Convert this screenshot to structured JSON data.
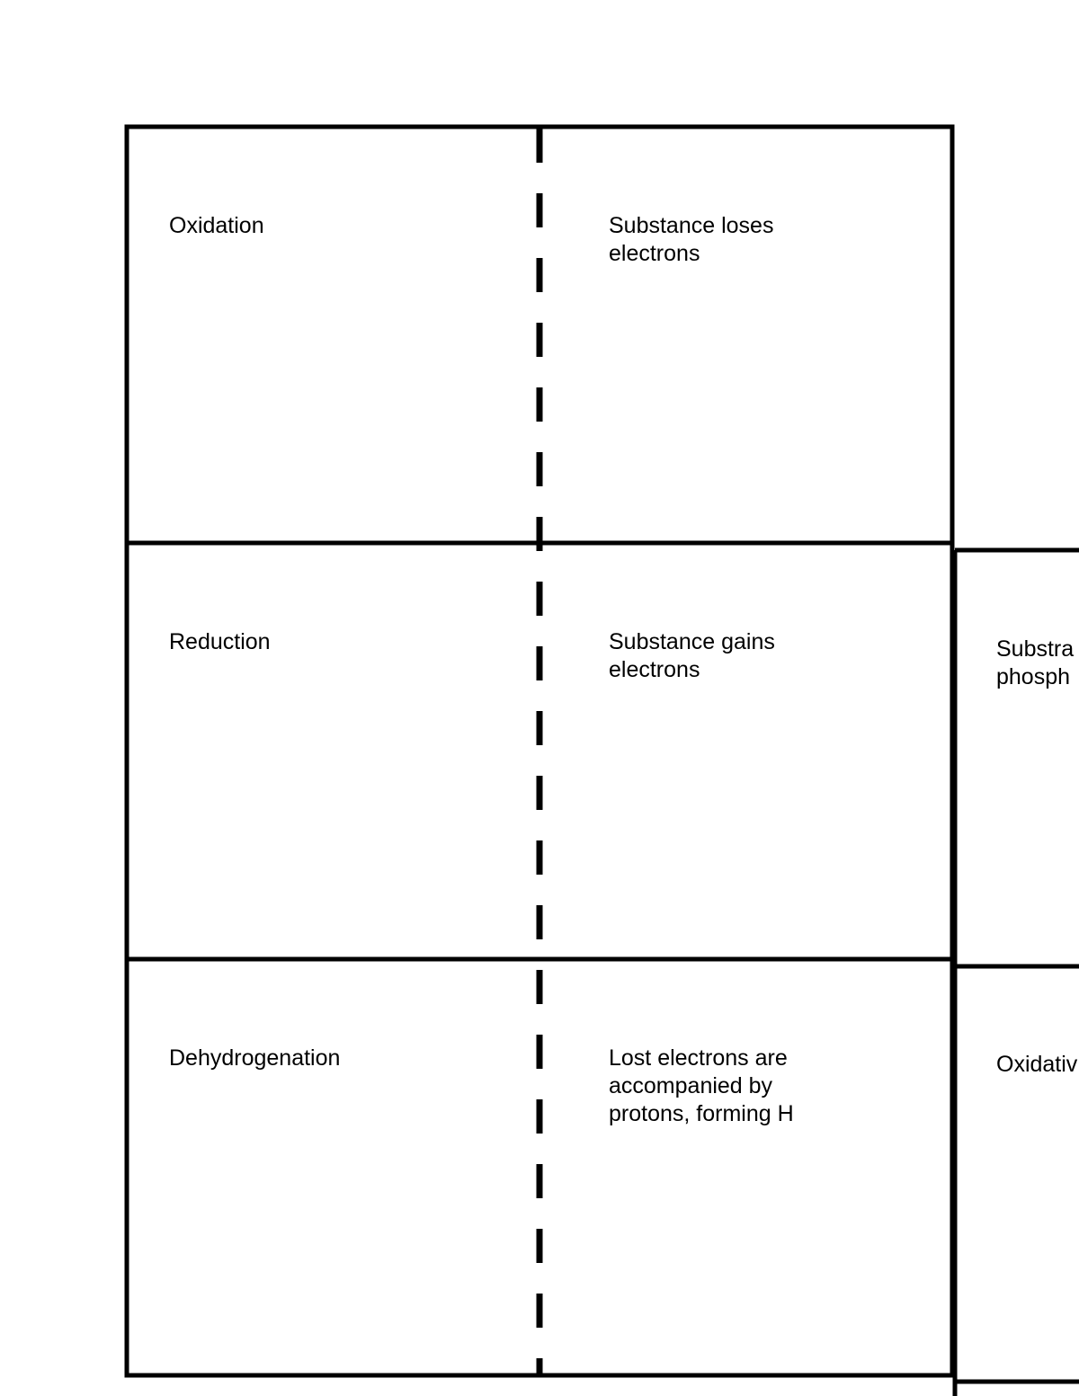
{
  "cards": [
    {
      "term": "Oxidation",
      "definition": "Substance loses\nelectrons"
    },
    {
      "term": "Reduction",
      "definition": "Substance gains\nelectrons"
    },
    {
      "term": "Dehydrogenation",
      "definition": "Lost electrons are\naccompanied by\nprotons, forming H"
    }
  ],
  "side_column": [
    {
      "text": "Substra\nphosph"
    },
    {
      "text": "Oxidativ"
    }
  ]
}
